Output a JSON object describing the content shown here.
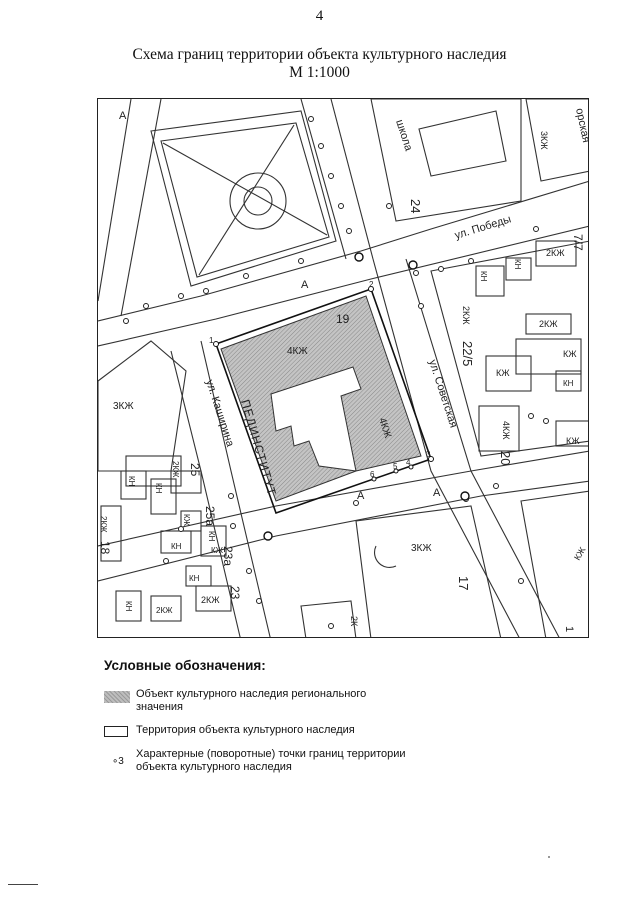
{
  "page": {
    "number": "4"
  },
  "header": {
    "title_line1": "Схема границ территории объекта культурного наследия",
    "title_line2": "М 1:1000"
  },
  "map": {
    "street_labels": {
      "pobedy": "ул. Победы",
      "sovetskaya": "ул. Советская",
      "korsakova_fragment": "орская",
      "kashirina": "ул. Каширина",
      "school": "школа"
    },
    "building_labels": {
      "b1": "А",
      "b2": "А",
      "b3": "А",
      "b4": "А",
      "zkzh_ne": "3КЖ",
      "kn1": "КН",
      "kn2": "КН",
      "kzh_top": "КЖ",
      "twokzh_e": "2КЖ",
      "twokzh_e2": "2КЖ",
      "twokzh_e3": "2КЖ",
      "kzh_e1": "КЖ",
      "kzh_e2": "КЖ",
      "kn_e": "КН",
      "kzh_e3": "КЖ",
      "fourkzh_e": "4КЖ",
      "kzh_e4": "КЖ",
      "zkzh_w": "3КЖ",
      "twokzh_w": "2КЖ",
      "kn_w1": "КН",
      "kn_w2": "КН",
      "kzh_w": "КЖ",
      "twokzh_w2": "2КЖ",
      "kn_w3": "КН",
      "kn_w4": "КН",
      "kzh_w2": "КЖ",
      "kn_w5": "КН",
      "twokzh_w3": "2КЖ",
      "twokzh_w4": "2КЖ",
      "zkzh_s": "3КЖ",
      "kzh_se": "КЖ",
      "twok_s": "2К",
      "fourkzh_site1": "4КЖ",
      "fourkzh_site2": "4КЖ",
      "pedinstitut": "ПЕДИНСТИТУТ"
    },
    "house_numbers": {
      "h24": "24",
      "h7": "7/7",
      "h22": "22/5",
      "h20": "20",
      "h17": "17",
      "h19": "19",
      "h25": "25",
      "h25a": "25а",
      "h23a": "23а",
      "h23": "23",
      "h18": "18",
      "h1": "1"
    },
    "boundary_points": [
      "1",
      "2",
      "3",
      "4",
      "5",
      "6"
    ]
  },
  "legend": {
    "title": "Условные обозначения:",
    "items": [
      {
        "symbol": "hatched-area",
        "text_line1": "Объект культурного наследия регионального",
        "text_line2": "значения"
      },
      {
        "symbol": "outline-rect",
        "text_line1": "Территория объекта культурного наследия",
        "text_line2": ""
      },
      {
        "symbol": "point",
        "point_label": "3",
        "text_line1": "Характерные (поворотные) точки границ территории",
        "text_line2": "объекта культурного наследия"
      }
    ]
  },
  "colors": {
    "ink": "#222222",
    "hatch": "#b8b8b8"
  }
}
